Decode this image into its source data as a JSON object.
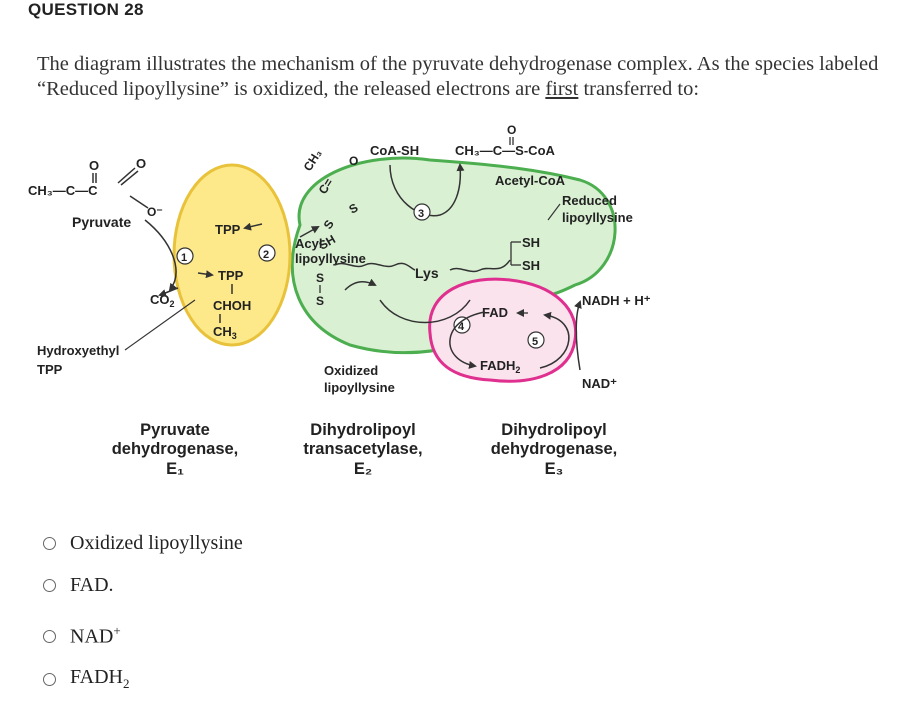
{
  "question": {
    "header": "QUESTION 28",
    "text_before": "The diagram illustrates the mechanism of the pyruvate dehydrogenase complex. As the species labeled “Reduced lipoyllysine” is oxidized, the released electrons are ",
    "text_underlined": "first",
    "text_after": " transferred to:"
  },
  "diagram": {
    "labels": {
      "pyruvate": "Pyruvate",
      "co2": "CO",
      "co2_sub": "2",
      "hydroxyethyl_line1": "Hydroxyethyl",
      "hydroxyethyl_line2": "TPP",
      "tpp_top": "TPP",
      "tpp_mid": "TPP",
      "choh": "CHOH",
      "ch3": "CH",
      "ch3_sub": "3",
      "coa_sh": "CoA-SH",
      "acetyl_coa_formula": "CH₃—C—S-CoA",
      "acetyl_coa": "Acetyl-CoA",
      "reduced_line1": "Reduced",
      "reduced_line2": "lipoyllysine",
      "acyl_line1": "Acyl",
      "acyl_line2": "lipoyllysine",
      "lys": "Lys",
      "sh": "SH",
      "s": "S",
      "fad": "FAD",
      "fadh2": "FADH",
      "fadh2_sub": "2",
      "nadh": "NADH + H⁺",
      "nad": "NAD⁺",
      "oxidized_line1": "Oxidized",
      "oxidized_line2": "lipoyllysine",
      "pyruvate_formula_ch3": "CH₃—C—C",
      "ch3_top": "CH₃",
      "o": "O",
      "o_minus": "O⁻"
    },
    "steps": [
      "1",
      "2",
      "3",
      "4",
      "5"
    ],
    "enzymes": [
      {
        "line1": "Pyruvate",
        "line2": "dehydrogenase,",
        "line3": "E₁"
      },
      {
        "line1": "Dihydrolipoyl",
        "line2": "transacetylase,",
        "line3": "E₂"
      },
      {
        "line1": "Dihydrolipoyl",
        "line2": "dehydrogenase,",
        "line3": "E₃"
      }
    ],
    "colors": {
      "e1_fill": "#fde98a",
      "e1_stroke": "#e8c23a",
      "e2_fill": "#d9f0d3",
      "e2_stroke": "#4cae4f",
      "e3_fill": "#fbe3ee",
      "e3_stroke": "#e0308f"
    }
  },
  "options": [
    {
      "label": "Oxidized lipoyllysine"
    },
    {
      "label": "FAD."
    },
    {
      "label": "NAD",
      "sup": "+"
    },
    {
      "label": "FADH",
      "sub": "2"
    }
  ]
}
